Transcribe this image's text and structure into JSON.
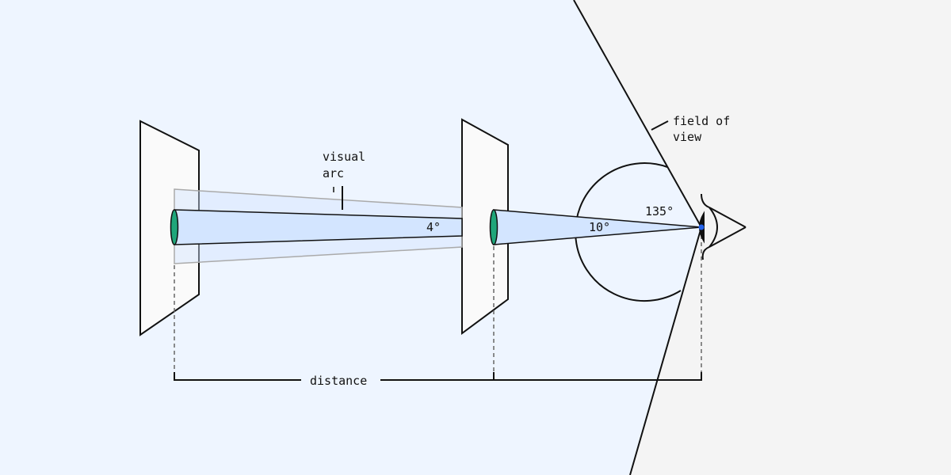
{
  "labels": {
    "visual_arc_line1": "visual",
    "visual_arc_line2": "arc",
    "field_of_view_line1": "field of",
    "field_of_view_line2": "view",
    "angle_fov": "135°",
    "angle_near": "10°",
    "angle_far": "4°",
    "distance": "distance"
  },
  "colors": {
    "inside_fov": "#eef5ff",
    "outside_fov": "#f4f4f4",
    "cone": "#d3e5ff",
    "lens": "#1fa67a",
    "pupil": "#2563eb"
  }
}
